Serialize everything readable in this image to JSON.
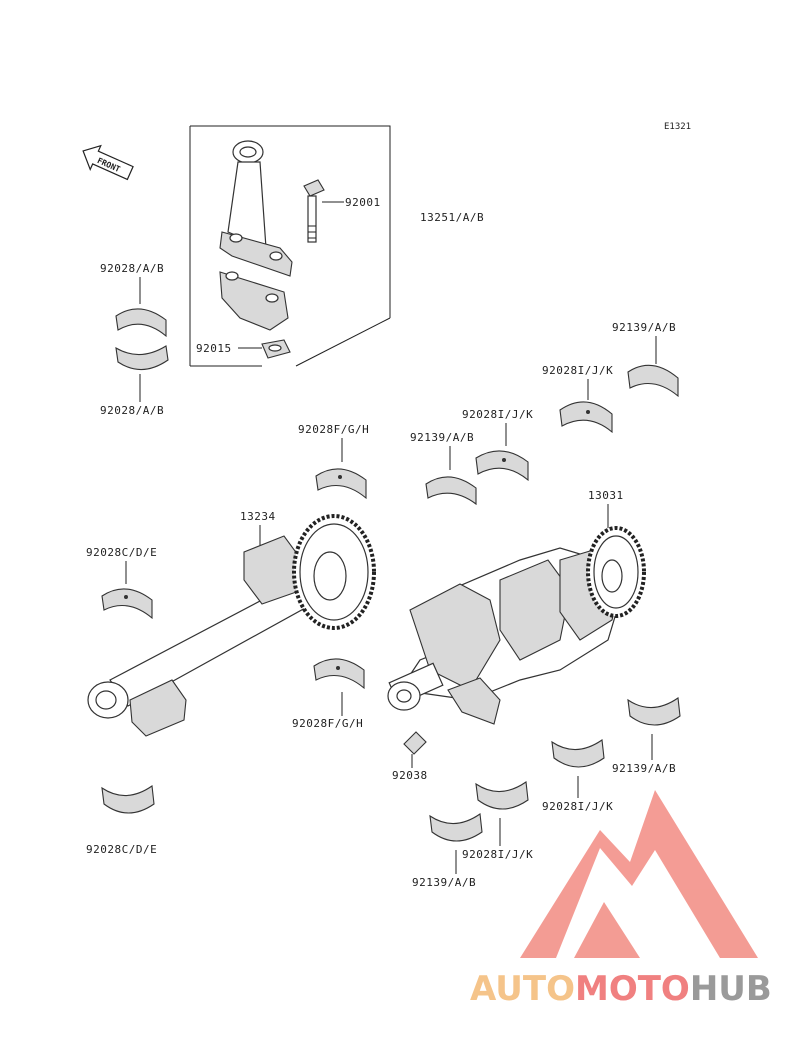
{
  "reference": "E1321",
  "front_label": "FRONT",
  "labels": {
    "conrod_assy": "13251/A/B",
    "bolt": "92001",
    "nut": "92015",
    "conrod_bearing_upper": "92028/A/B",
    "conrod_bearing_lower": "92028/A/B",
    "thrust_washer_main": "92139/A/B",
    "main_bearing_a": "92028I/J/K",
    "main_bearing_b": "92028I/J/K",
    "thrust_washer_mid": "92139/A/B",
    "balancer_bearing_upper": "92028F/G/H",
    "balancer_weight": "13234",
    "crankshaft": "13031",
    "balancer_bearing_left": "92028C/D/E",
    "balancer_bearing_lower": "92028F/G/H",
    "key": "92038",
    "thrust_washer_right": "92139/A/B",
    "main_bearing_c": "92028I/J/K",
    "main_bearing_d": "92028I/J/K",
    "thrust_washer_bottom": "92139/A/B",
    "balancer_bearing_bottom": "92028C/D/E"
  },
  "watermark": {
    "part1": "AUTO",
    "part2": "MOTO",
    "part3": "HUB",
    "color1": "#f5c48a",
    "color2": "#f08080",
    "color3": "#9a9a9a",
    "logo_color": "#f28b82"
  }
}
